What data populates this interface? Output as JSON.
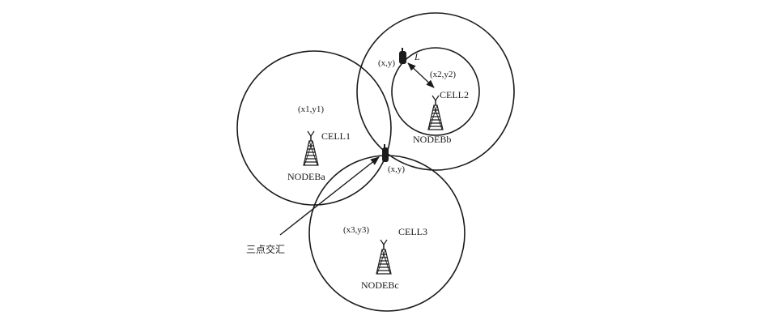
{
  "diagram": {
    "cell1": {
      "coord": "(x1,y1)",
      "cell": "CELL1",
      "node": "NODEBa"
    },
    "cell2": {
      "coord": "(x2,y2)",
      "cell": "CELL2",
      "node": "NODEBb"
    },
    "cell3": {
      "coord": "(x3,y3)",
      "cell": "CELL3",
      "node": "NODEBc"
    },
    "ue_top_label": "(x,y)",
    "ue_mid_label": "(x,y)",
    "distance_label": "L",
    "intersection_label": "三点交汇"
  }
}
